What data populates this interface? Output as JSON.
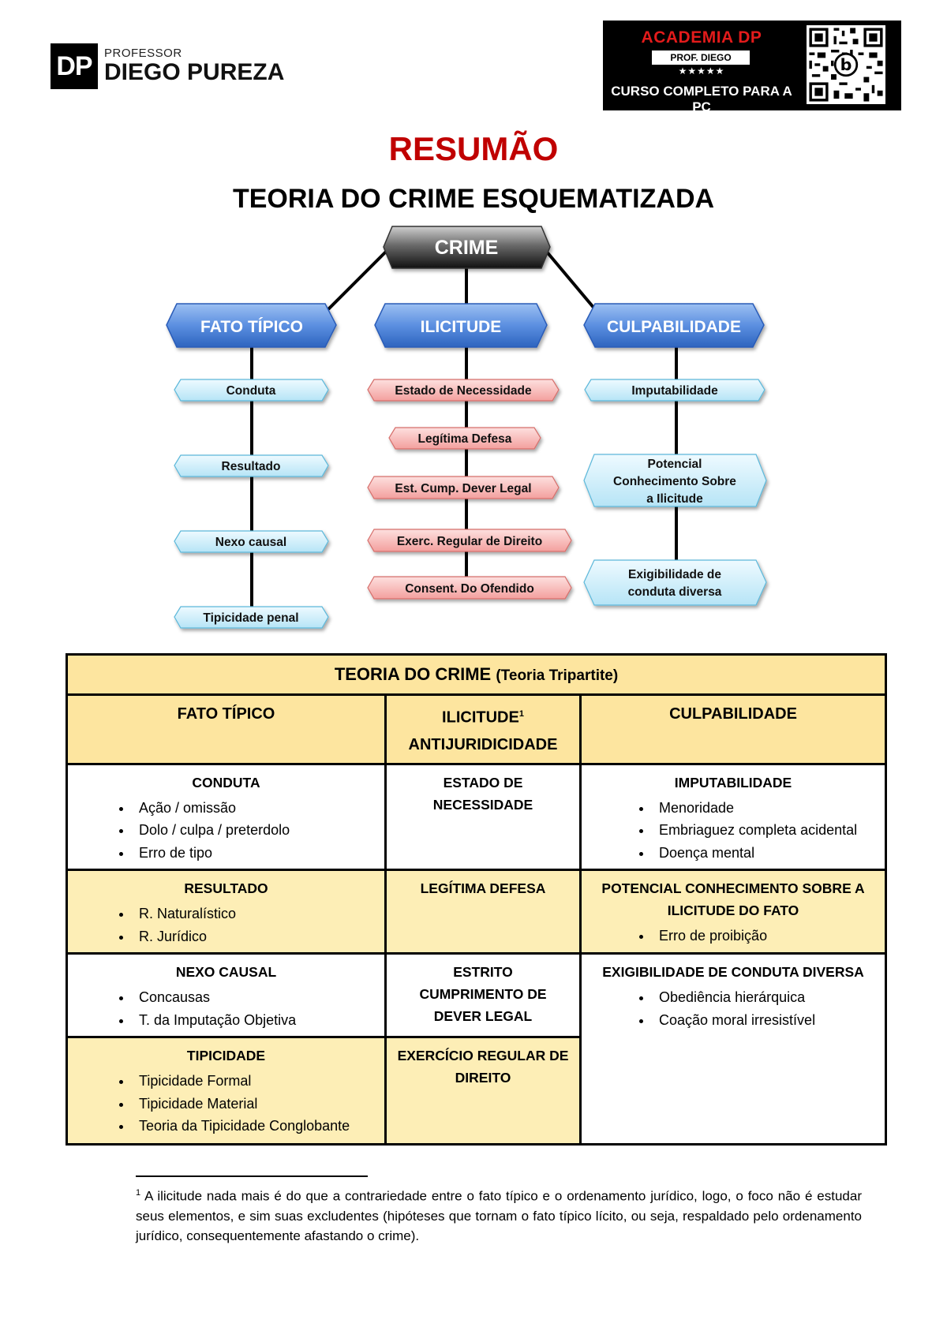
{
  "header": {
    "logo_mark": "DP",
    "logo_small": "PROFESSOR",
    "logo_name": "DIEGO PUREZA",
    "banner_title": "ACADEMIA DP",
    "banner_prof": "PROF. DIEGO PUREZA",
    "banner_stars": "★★★★★",
    "banner_course": "CURSO COMPLETO PARA A PC"
  },
  "title": "RESUMÃO",
  "subtitle": "TEORIA DO CRIME ESQUEMATIZADA",
  "diagram": {
    "root": "CRIME",
    "colors": {
      "root": "#5a5a5a",
      "branch": "#4a7fd6",
      "blue_leaf": "#d2f0fb",
      "red_leaf": "#f8b8b6"
    },
    "columns": [
      {
        "label": "FATO TÍPICO",
        "items": [
          "Conduta",
          "Resultado",
          "Nexo causal",
          "Tipicidade penal"
        ]
      },
      {
        "label": "ILICITUDE",
        "items": [
          "Estado de Necessidade",
          "Legítima Defesa",
          "Est. Cump. Dever Legal",
          "Exerc. Regular de Direito",
          "Consent. Do Ofendido"
        ]
      },
      {
        "label": "CULPABILIDADE",
        "items": [
          [
            "Imputabilidade"
          ],
          [
            "Potencial",
            "Conhecimento Sobre",
            "a Ilicitude"
          ],
          [
            "Exigibilidade de",
            "conduta diversa"
          ]
        ]
      }
    ]
  },
  "table": {
    "title": "TEORIA DO CRIME",
    "title_paren": "(Teoria Tripartite)",
    "col1": "FATO TÍPICO",
    "col2_a": "ILICITUDE",
    "col2_sup": "1",
    "col2_b": "ANTIJURIDICIDADE",
    "col3": "CULPABILIDADE",
    "fato": [
      {
        "title": "CONDUTA",
        "items": [
          "Ação / omissão",
          "Dolo / culpa / preterdolo",
          "Erro de tipo"
        ]
      },
      {
        "title": "RESULTADO",
        "items": [
          "R. Naturalístico",
          "R. Jurídico"
        ]
      },
      {
        "title": "NEXO CAUSAL",
        "items": [
          "Concausas",
          "T. da Imputação Objetiva"
        ]
      },
      {
        "title": "TIPICIDADE",
        "items": [
          "Tipicidade Formal",
          "Tipicidade Material",
          "Teoria da Tipicidade Conglobante"
        ]
      }
    ],
    "ilicitude": [
      {
        "line1": "ESTADO DE",
        "line2": "NECESSIDADE"
      },
      {
        "line1": "LEGÍTIMA DEFESA"
      },
      {
        "line1": "ESTRITO",
        "line2": "CUMPRIMENTO DE",
        "line3": "DEVER LEGAL"
      },
      {
        "line1": "EXERCÍCIO REGULAR DE",
        "line2": "DIREITO"
      }
    ],
    "culp": [
      {
        "title": "IMPUTABILIDADE",
        "items": [
          "Menoridade",
          "Embriaguez completa acidental",
          "Doença mental"
        ]
      },
      {
        "title_a": "POTENCIAL CONHECIMENTO SOBRE A",
        "title_b": "ILICITUDE DO FATO",
        "items": [
          "Erro de proibição"
        ]
      },
      {
        "title": "EXIGIBILIDADE DE CONDUTA DIVERSA",
        "items": [
          "Obediência hierárquica",
          "Coação moral irresistível"
        ]
      }
    ]
  },
  "footnote": {
    "mark": "1",
    "text": "A ilicitude nada mais é do que a contrariedade entre o fato típico e o ordenamento jurídico, logo, o foco não é estudar seus elementos, e sim suas excludentes (hipóteses que tornam o fato típico lícito, ou seja, respaldado pelo ordenamento jurídico, consequentemente afastando o crime)."
  }
}
